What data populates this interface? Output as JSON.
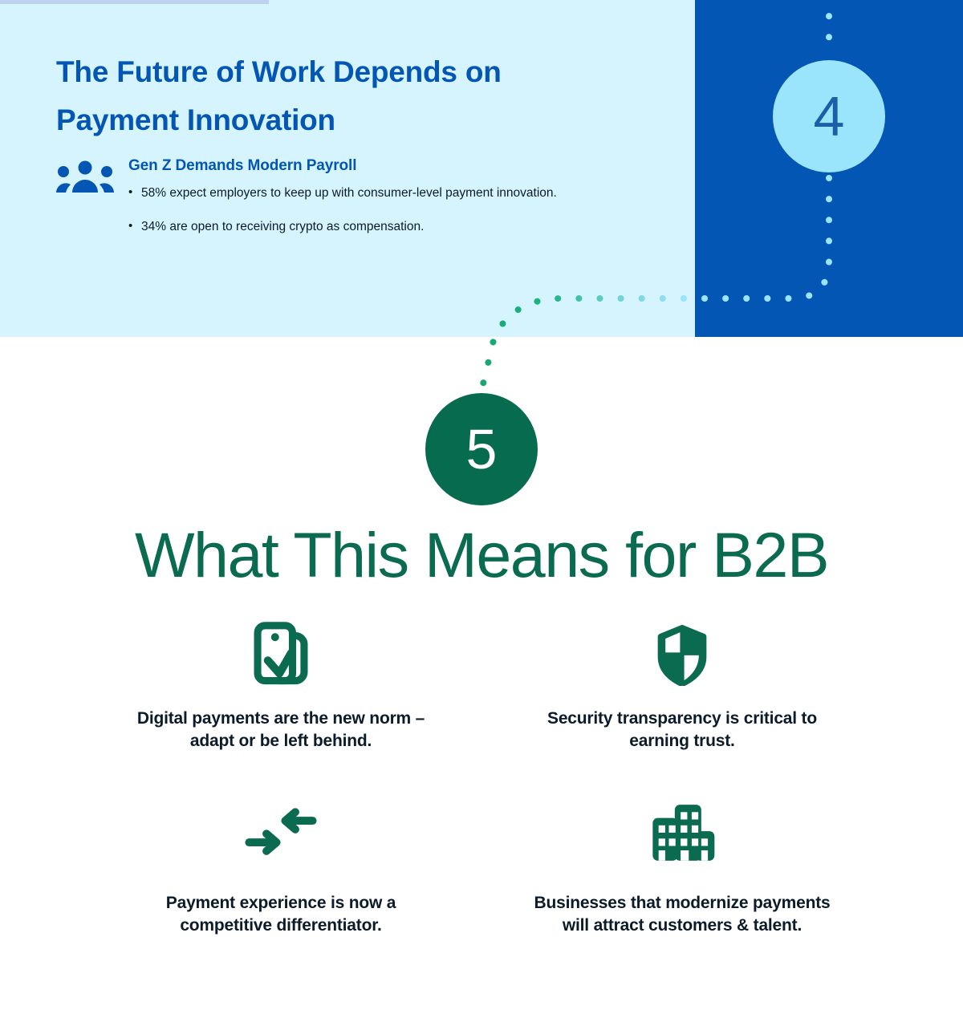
{
  "top_section": {
    "heading": "The Future of Work Depends on Payment Innovation",
    "badge_number": "4",
    "fact": {
      "icon": "group-people-icon",
      "title": "Gen Z Demands Modern Payroll",
      "bullets": [
        "58% expect employers to keep up with consumer-level payment innovation.",
        "34% are open to receiving crypto as compensation."
      ]
    }
  },
  "b2b_section": {
    "badge_number": "5",
    "heading": "What This Means for B2B",
    "cards": [
      {
        "icon": "mobile-tap-payment-icon",
        "text": "Digital payments are the new norm – adapt or be left behind."
      },
      {
        "icon": "shield-security-icon",
        "text": "Security transparency is critical to earning trust."
      },
      {
        "icon": "converging-arrows-icon",
        "text": "Payment experience is now a competitive differentiator."
      },
      {
        "icon": "office-building-icon",
        "text": "Businesses that modernize payments will attract customers & talent."
      }
    ]
  },
  "colors": {
    "panel_light": "#d6f4fd",
    "panel_deep": "#0356b4",
    "accent_cyan": "#9ae4fc",
    "accent_green": "#076b4f",
    "heading_blue": "#0356b4",
    "text_dark": "#0c1b2a"
  }
}
